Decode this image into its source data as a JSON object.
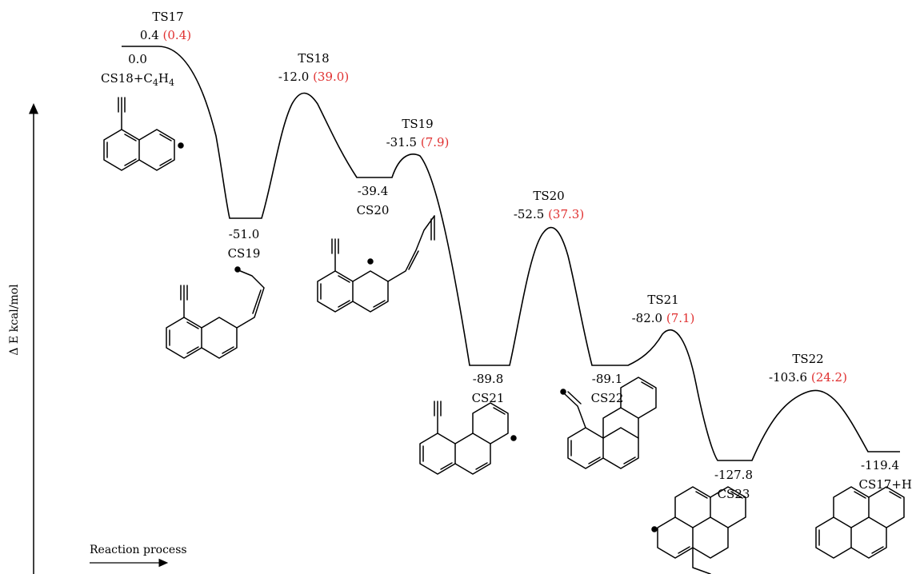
{
  "axes": {
    "y_label": "Δ E kcal/mol",
    "x_label": "Reaction process"
  },
  "states": [
    {
      "id": "cs18",
      "kind": "minimum",
      "value": "0.0",
      "name_main": "CS18+C",
      "name_sub1": "4",
      "name_mid": "H",
      "name_sub2": "4"
    },
    {
      "id": "ts17",
      "kind": "ts",
      "name": "TS17",
      "value": "0.4",
      "barrier": "(0.4)"
    },
    {
      "id": "cs19",
      "kind": "minimum",
      "value": "-51.0",
      "name": "CS19"
    },
    {
      "id": "ts18",
      "kind": "ts",
      "name": "TS18",
      "value": "-12.0",
      "barrier": "(39.0)"
    },
    {
      "id": "cs20",
      "kind": "minimum",
      "value": "-39.4",
      "name": "CS20"
    },
    {
      "id": "ts19",
      "kind": "ts",
      "name": "TS19",
      "value": "-31.5",
      "barrier": "(7.9)"
    },
    {
      "id": "cs21",
      "kind": "minimum",
      "value": "-89.8",
      "name": "CS21"
    },
    {
      "id": "ts20",
      "kind": "ts",
      "name": "TS20",
      "value": "-52.5",
      "barrier": "(37.3)"
    },
    {
      "id": "cs22",
      "kind": "minimum",
      "value": "-89.1",
      "name": "CS22"
    },
    {
      "id": "ts21",
      "kind": "ts",
      "name": "TS21",
      "value": "-82.0",
      "barrier": "(7.1)"
    },
    {
      "id": "cs23",
      "kind": "minimum",
      "value": "-127.8",
      "name": "CS23"
    },
    {
      "id": "ts22",
      "kind": "ts",
      "name": "TS22",
      "value": "-103.6",
      "barrier": "(24.2)"
    },
    {
      "id": "cs17",
      "kind": "minimum",
      "value": "-119.4",
      "name": "CS17+H"
    }
  ],
  "colors": {
    "line": "#000000",
    "barrier": "#e03030"
  }
}
